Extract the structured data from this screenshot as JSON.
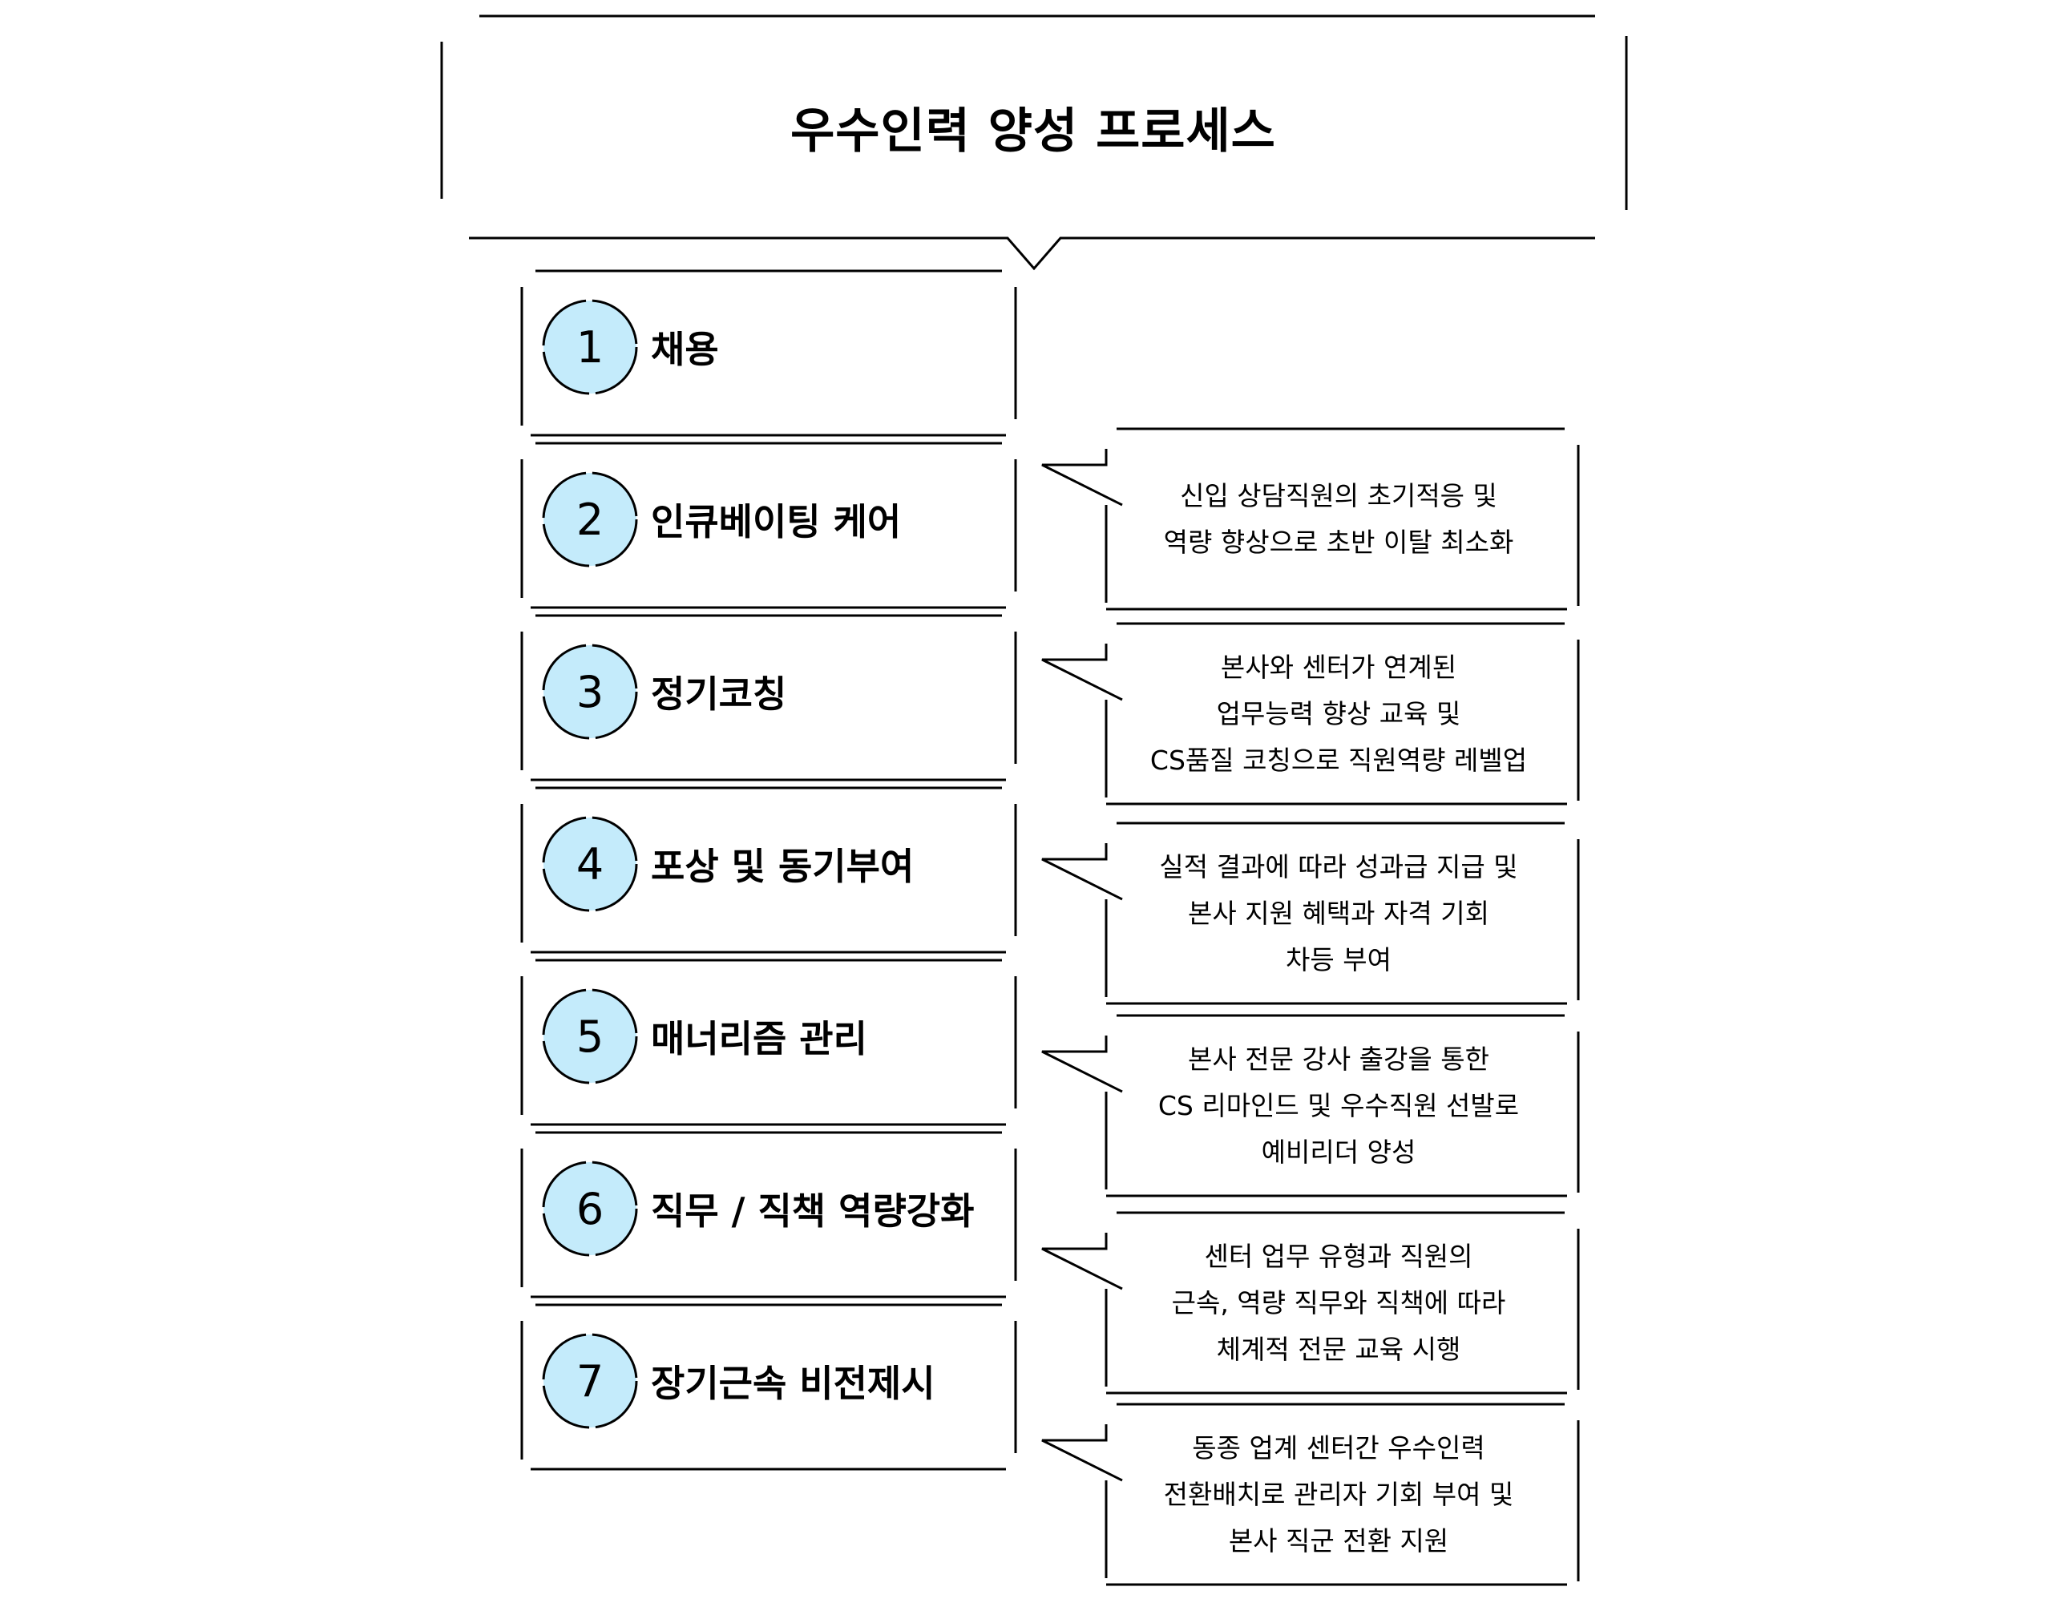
{
  "title": "우수인력 양성 프로세스",
  "steps": [
    {
      "number": "1",
      "label": "채용"
    },
    {
      "number": "2",
      "label": "인큐베이팅 케어"
    },
    {
      "number": "3",
      "label": "정기코칭"
    },
    {
      "number": "4",
      "label": "포상 및 동기부여"
    },
    {
      "number": "5",
      "label": "매너리즘 관리"
    },
    {
      "number": "6",
      "label": "직무 / 직책 역량강화"
    },
    {
      "number": "7",
      "label": "장기근속 비전제시"
    }
  ],
  "descriptions": [
    {
      "lines": [
        "신입 상담직원의 초기적응 및",
        "역량 향상으로 초반 이탈 최소화"
      ]
    },
    {
      "lines": [
        "본사와 센터가 연계된",
        "업무능력 향상 교육 및",
        "CS품질 코칭으로 직원역량 레벨업"
      ]
    },
    {
      "lines": [
        "실적 결과에 따라 성과급 지급 및",
        "본사 지원 혜택과 자격 기회",
        "차등 부여"
      ]
    },
    {
      "lines": [
        "본사 전문 강사 출강을 통한",
        "CS 리마인드 및 우수직원 선발로",
        "예비리더 양성"
      ]
    },
    {
      "lines": [
        "센터 업무 유형과 직원의",
        "근속, 역량 직무와 직책에 따라",
        "체계적 전문 교육 시행"
      ]
    },
    {
      "lines": [
        "동종 업계 센터간 우수인력",
        "전환배치로 관리자 기회 부여 및",
        "본사 직군 전환 지원"
      ]
    }
  ],
  "colors": {
    "circle_fill": "#c4ebfb",
    "line": "#000000",
    "background": "#ffffff"
  }
}
